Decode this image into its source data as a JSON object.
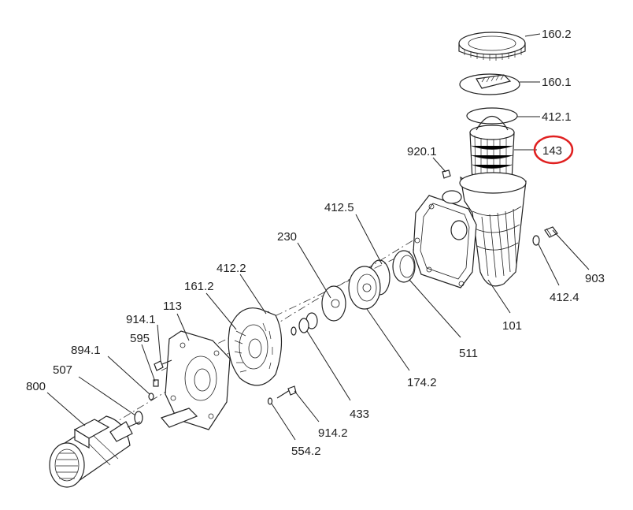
{
  "labels": {
    "p160_2": "160.2",
    "p160_1": "160.1",
    "p412_1": "412.1",
    "p143": "143",
    "p920_1": "920.1",
    "p412_5": "412.5",
    "p230": "230",
    "p412_2": "412.2",
    "p161_2": "161.2",
    "p113": "113",
    "p914_1": "914.1",
    "p595": "595",
    "p894_1": "894.1",
    "p507": "507",
    "p800": "800",
    "p903": "903",
    "p412_4": "412.4",
    "p101": "101",
    "p511": "511",
    "p174_2": "174.2",
    "p433": "433",
    "p914_2": "914.2",
    "p554_2": "554.2"
  },
  "highlight": {
    "part": "143",
    "color": "#e02020"
  }
}
